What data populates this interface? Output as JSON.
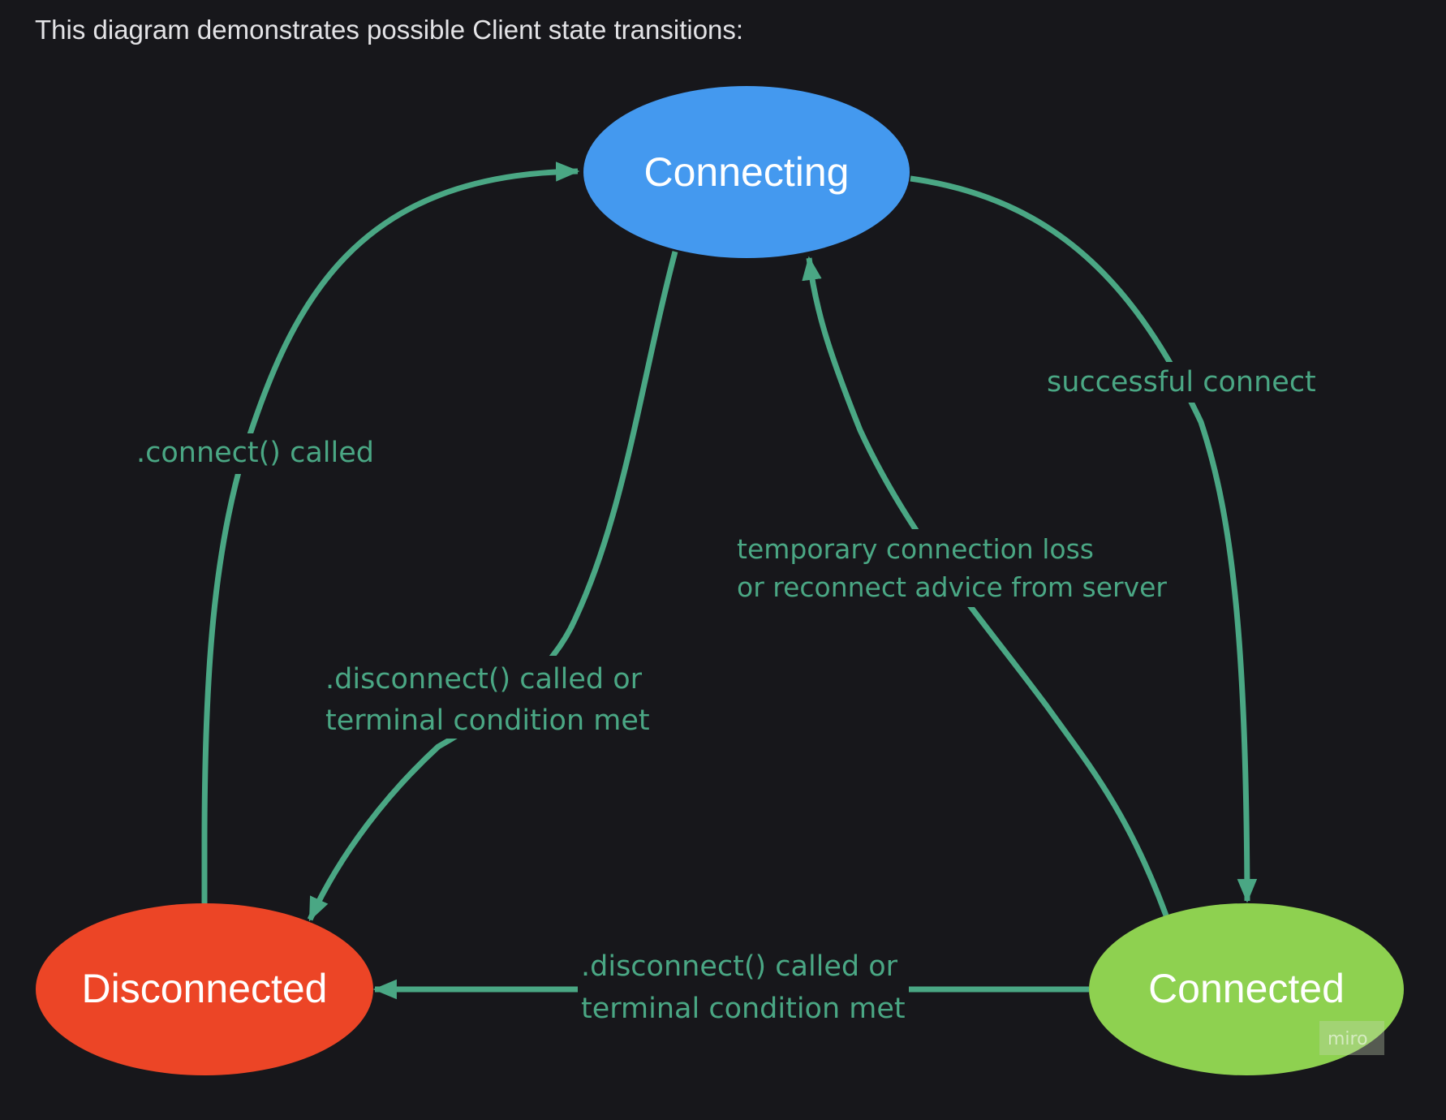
{
  "intro_text": "This diagram demonstrates possible Client state transitions:",
  "colors": {
    "background": "#17171b",
    "edge": "#4aa784",
    "connecting": "#4499ef",
    "connected": "#8ed150",
    "disconnected": "#ec4526",
    "intro_text": "#e3e3e6"
  },
  "states": {
    "connecting": "Connecting",
    "connected": "Connected",
    "disconnected": "Disconnected"
  },
  "transitions": {
    "connect_called": ".connect() called",
    "successful_connect": "successful connect",
    "disconnect_from_connecting": {
      "line1": ".disconnect() called or",
      "line2": "terminal condition met"
    },
    "temporary_loss": {
      "line1": "temporary connection loss",
      "line2": "or reconnect advice from server"
    },
    "disconnect_from_connected": {
      "line1": ".disconnect() called or",
      "line2": "terminal condition met"
    }
  },
  "watermark": "miro"
}
